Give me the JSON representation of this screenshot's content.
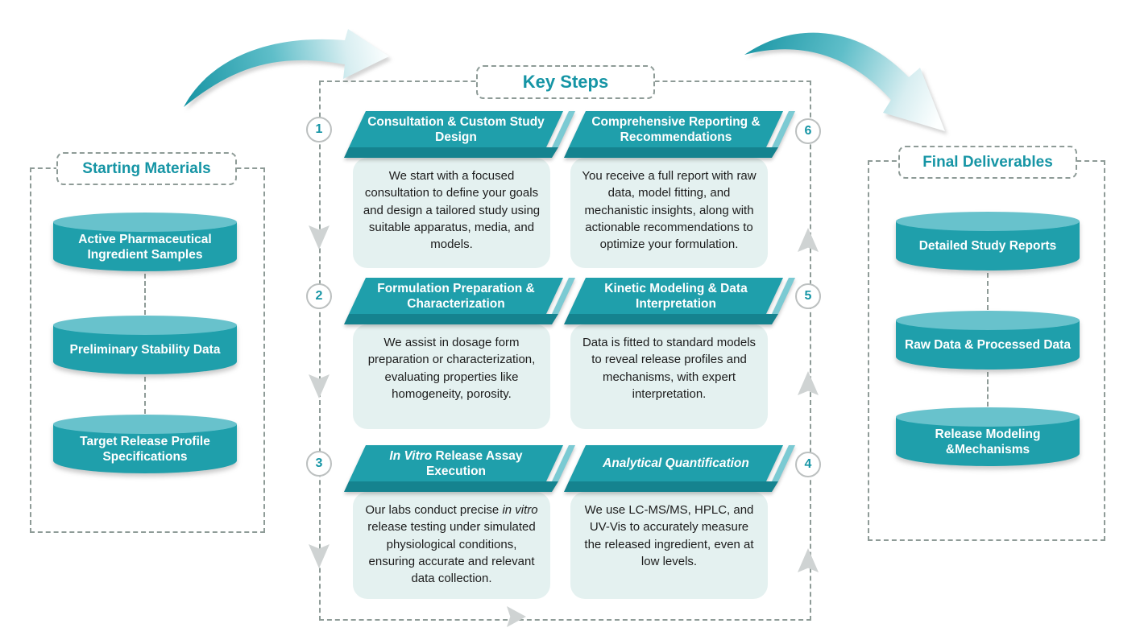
{
  "starting_materials": {
    "title": "Starting Materials",
    "items": [
      "Active Pharmaceutical Ingredient Samples",
      "Preliminary Stability Data",
      "Target Release Profile Specifications"
    ]
  },
  "key_steps": {
    "title": "Key Steps",
    "steps": [
      {
        "num": "1",
        "title_pre": "Consultation & Custom Study Design",
        "title_italic": "",
        "title_post": "",
        "body_pre": "We start with a focused consultation to define your goals and design a tailored study using suitable apparatus, media, and models.",
        "body_italic": "",
        "body_post": ""
      },
      {
        "num": "2",
        "title_pre": "Formulation Preparation & Characterization",
        "title_italic": "",
        "title_post": "",
        "body_pre": "We assist in dosage form preparation or characterization, evaluating properties like homogeneity, porosity.",
        "body_italic": "",
        "body_post": ""
      },
      {
        "num": "3",
        "title_pre": "",
        "title_italic": "In Vitro",
        "title_post": " Release Assay Execution",
        "body_pre": "Our labs conduct precise ",
        "body_italic": "in vitro",
        "body_post": " release testing under simulated physiological conditions, ensuring accurate and relevant data collection."
      },
      {
        "num": "4",
        "title_pre": "",
        "title_italic": "Analytical Quantification",
        "title_post": "",
        "body_pre": "We use LC-MS/MS, HPLC, and UV-Vis to accurately measure the released ingredient, even at low levels.",
        "body_italic": "",
        "body_post": ""
      },
      {
        "num": "5",
        "title_pre": "Kinetic Modeling & Data Interpretation",
        "title_italic": "",
        "title_post": "",
        "body_pre": "Data is fitted to standard models to reveal release profiles and mechanisms, with expert interpretation.",
        "body_italic": "",
        "body_post": ""
      },
      {
        "num": "6",
        "title_pre": "Comprehensive Reporting & Recommendations",
        "title_italic": "",
        "title_post": "",
        "body_pre": "You receive a full report with raw data, model fitting, and mechanistic insights, along with actionable recommendations to optimize your formulation.",
        "body_italic": "",
        "body_post": ""
      }
    ]
  },
  "final_deliverables": {
    "title": "Final Deliverables",
    "items": [
      "Detailed Study Reports",
      "Raw Data & Processed Data",
      "Release Modeling &Mechanisms"
    ]
  },
  "colors": {
    "teal": "#1F9FAB",
    "teal_dark": "#15838F",
    "teal_light_top": "#68C2CC",
    "teal_sliver": "#7BCAD3",
    "mint_body": "#E4F1F0",
    "title_teal": "#1695A5",
    "dash_gray": "#8E9B97",
    "arrow_gray": "#CFD3D3"
  }
}
